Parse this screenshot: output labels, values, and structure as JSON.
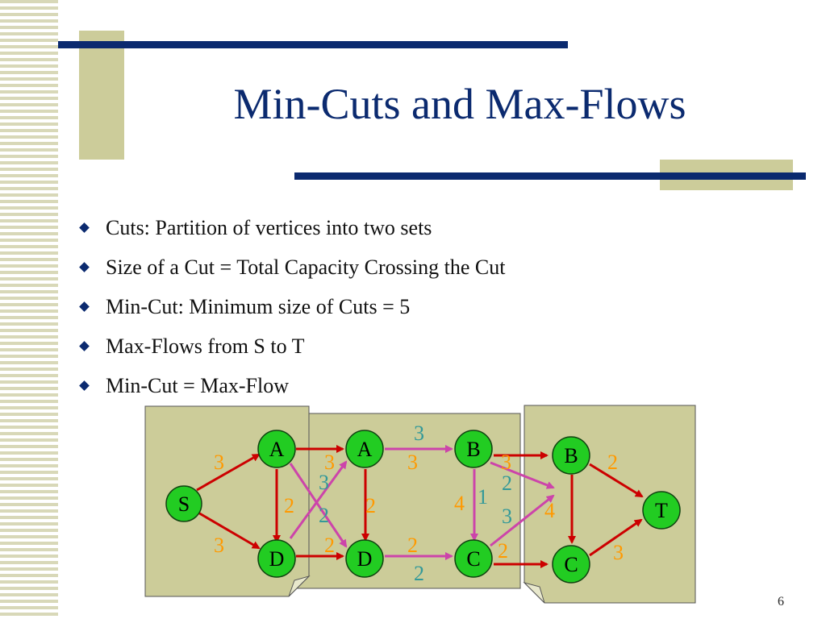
{
  "slide": {
    "title": "Min-Cuts and Max-Flows",
    "page_number": "6",
    "bullets": [
      "Cuts: Partition of vertices into two sets",
      "Size of a Cut = Total Capacity Crossing the Cut",
      "Min-Cut: Minimum size of Cuts = 5",
      "Max-Flows from S to T",
      "Min-Cut = Max-Flow"
    ]
  },
  "colors": {
    "title": "#0b2a6f",
    "node": "#22cc22",
    "edge_red": "#cc0000",
    "edge_pink": "#cc44aa",
    "label_orange": "#ff9900",
    "label_teal": "#339999"
  },
  "graph": {
    "nodes": [
      {
        "id": "S",
        "label": "S"
      },
      {
        "id": "A1",
        "label": "A"
      },
      {
        "id": "D1",
        "label": "D"
      },
      {
        "id": "A2",
        "label": "A"
      },
      {
        "id": "D2",
        "label": "D"
      },
      {
        "id": "B1",
        "label": "B"
      },
      {
        "id": "C1",
        "label": "C"
      },
      {
        "id": "B2",
        "label": "B"
      },
      {
        "id": "C2",
        "label": "C"
      },
      {
        "id": "T",
        "label": "T"
      }
    ],
    "labels": [
      {
        "text": "3",
        "color": "orange"
      },
      {
        "text": "3",
        "color": "orange"
      },
      {
        "text": "2",
        "color": "orange"
      },
      {
        "text": "3",
        "color": "orange"
      },
      {
        "text": "3",
        "color": "teal"
      },
      {
        "text": "2",
        "color": "teal"
      },
      {
        "text": "2",
        "color": "orange"
      },
      {
        "text": "2",
        "color": "orange"
      },
      {
        "text": "3",
        "color": "teal"
      },
      {
        "text": "3",
        "color": "orange"
      },
      {
        "text": "2",
        "color": "orange"
      },
      {
        "text": "2",
        "color": "teal"
      },
      {
        "text": "4",
        "color": "orange"
      },
      {
        "text": "1",
        "color": "teal"
      },
      {
        "text": "3",
        "color": "orange"
      },
      {
        "text": "2",
        "color": "teal"
      },
      {
        "text": "3",
        "color": "teal"
      },
      {
        "text": "4",
        "color": "orange"
      },
      {
        "text": "2",
        "color": "orange"
      },
      {
        "text": "2",
        "color": "orange"
      },
      {
        "text": "3",
        "color": "orange"
      }
    ]
  }
}
